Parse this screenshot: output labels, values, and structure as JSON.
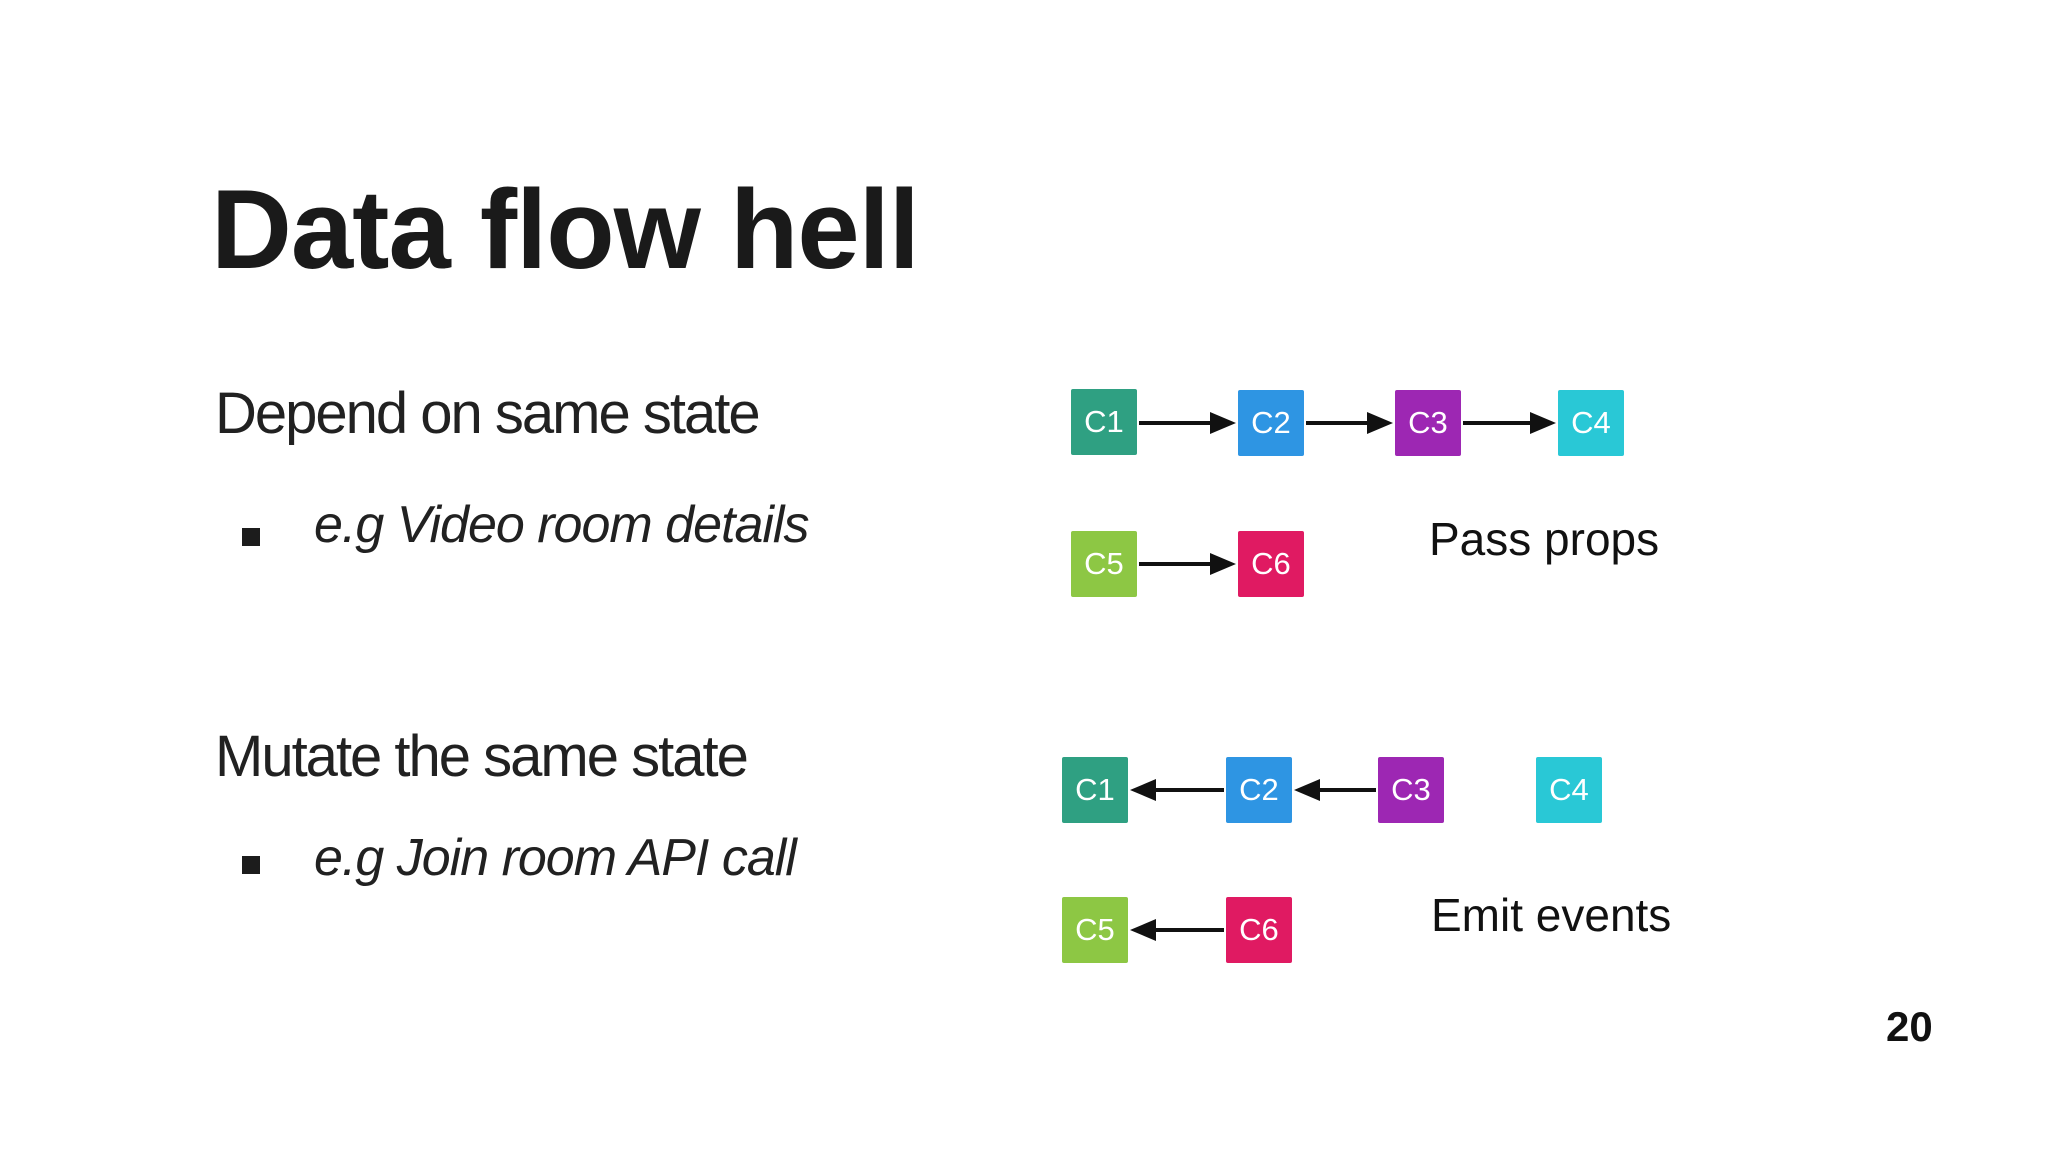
{
  "slide": {
    "title": "Data flow hell",
    "page_number": "20",
    "bullets": [
      {
        "heading": "Depend on same state",
        "sub_item": "e.g Video room details"
      },
      {
        "heading": "Mutate the same state",
        "sub_item": "e.g Join room API call"
      }
    ],
    "colors": {
      "c1_teal": "#2fa082",
      "c2_blue": "#2e95e3",
      "c3_purple": "#9d27b3",
      "c4_cyan": "#29c8d6",
      "c5_green": "#8dc744",
      "c6_pink": "#e01a62",
      "arrow_black": "#111111"
    },
    "diagram_pass_props": {
      "caption": "Pass props",
      "direction": "right",
      "chain": [
        "C1",
        "C2",
        "C3",
        "C4"
      ],
      "pair": [
        "C5",
        "C6"
      ]
    },
    "diagram_emit_events": {
      "caption": "Emit events",
      "direction": "left",
      "chain": [
        "C1",
        "C2",
        "C3",
        "C4"
      ],
      "pair": [
        "C5",
        "C6"
      ]
    }
  }
}
